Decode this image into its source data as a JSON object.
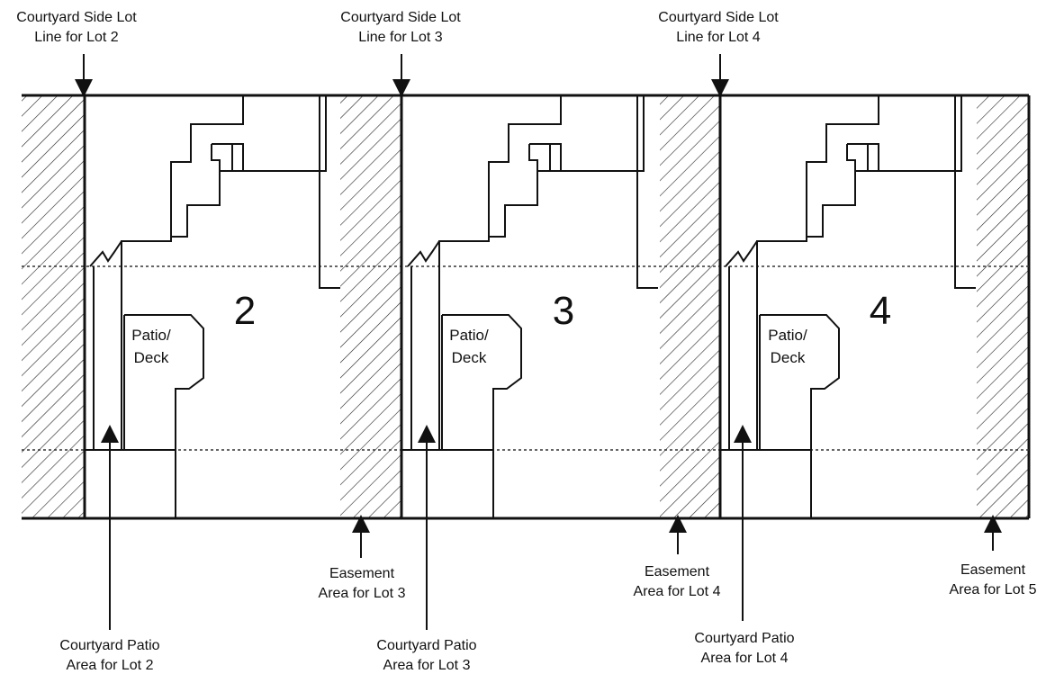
{
  "lots": [
    {
      "number": "2",
      "patio_label_1": "Patio/",
      "patio_label_2": "Deck"
    },
    {
      "number": "3",
      "patio_label_1": "Patio/",
      "patio_label_2": "Deck"
    },
    {
      "number": "4",
      "patio_label_1": "Patio/",
      "patio_label_2": "Deck"
    }
  ],
  "top_labels": [
    {
      "line1": "Courtyard Side Lot",
      "line2": "Line for Lot 2"
    },
    {
      "line1": "Courtyard Side Lot",
      "line2": "Line for Lot 3"
    },
    {
      "line1": "Courtyard Side Lot",
      "line2": "Line for Lot 4"
    }
  ],
  "easement_labels": [
    {
      "line1": "Easement",
      "line2": "Area for Lot 3"
    },
    {
      "line1": "Easement",
      "line2": "Area for Lot 4"
    },
    {
      "line1": "Easement",
      "line2": "Area for Lot 5"
    }
  ],
  "patio_labels": [
    {
      "line1": "Courtyard Patio",
      "line2": "Area for Lot 2"
    },
    {
      "line1": "Courtyard Patio",
      "line2": "Area for Lot 3"
    },
    {
      "line1": "Courtyard Patio",
      "line2": "Area for Lot 4"
    }
  ]
}
